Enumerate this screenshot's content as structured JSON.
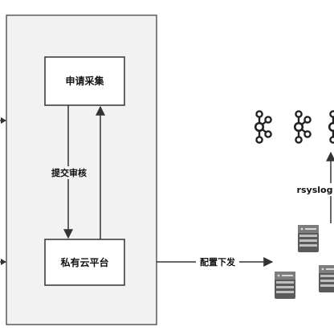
{
  "diagram": {
    "nodes": {
      "apply_collect": "申请采集",
      "private_cloud": "私有云平台"
    },
    "edges": {
      "submit_review": "提交审核",
      "config_dispatch": "配置下发",
      "rsyslog": "rsyslog"
    },
    "icons": {
      "kafka": "kafka-cluster-icon",
      "server": "server-icon"
    },
    "colors": {
      "container_fill": "#f2f2f2",
      "stroke": "#333333",
      "server_dark": "#4a4a4a",
      "server_light": "#8a8a8a"
    }
  }
}
